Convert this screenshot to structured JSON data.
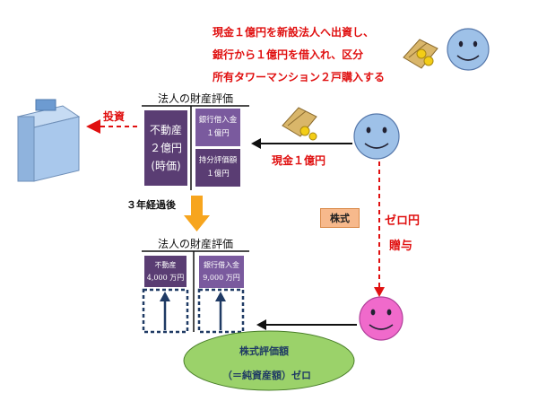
{
  "colors": {
    "red": "#e01010",
    "dark_purple": "#5a3d73",
    "light_purple": "#7a5a9e",
    "green": "#9bd26a",
    "orange": "#f7a51e",
    "blue_face": "#9ec1e8",
    "pink_face": "#f06acb",
    "building": "#a9c8ec",
    "dash_blue": "#1f3a64"
  },
  "top_note": {
    "line1": "現金１億円を新設法人へ出資し、",
    "line2": "銀行から１億円を借入れ、区分",
    "line3": "所有タワーマンション２戸購入する"
  },
  "invest_label": "投資",
  "cash_label": "現金１億円",
  "balance1": {
    "title": "法人の財産評価",
    "left_line1": "不動産",
    "left_line2": "２億円",
    "left_line3": "(時価)",
    "right_top_line1": "銀行借入金",
    "right_top_line2": "１億円",
    "right_bottom_line1": "持分評価額",
    "right_bottom_line2": "１億円"
  },
  "after_years": "３年経過後",
  "balance2": {
    "title": "法人の財産評価",
    "left_line1": "不動産",
    "left_line2": "4,000 万円",
    "right_line1": "銀行借入金",
    "right_line2": "9,000 万円"
  },
  "stock_label": "株式",
  "zero_yen": "ゼロ円",
  "gift": "贈与",
  "ellipse": {
    "line1": "株式評価額",
    "line2": "（＝純資産額）ゼロ"
  }
}
